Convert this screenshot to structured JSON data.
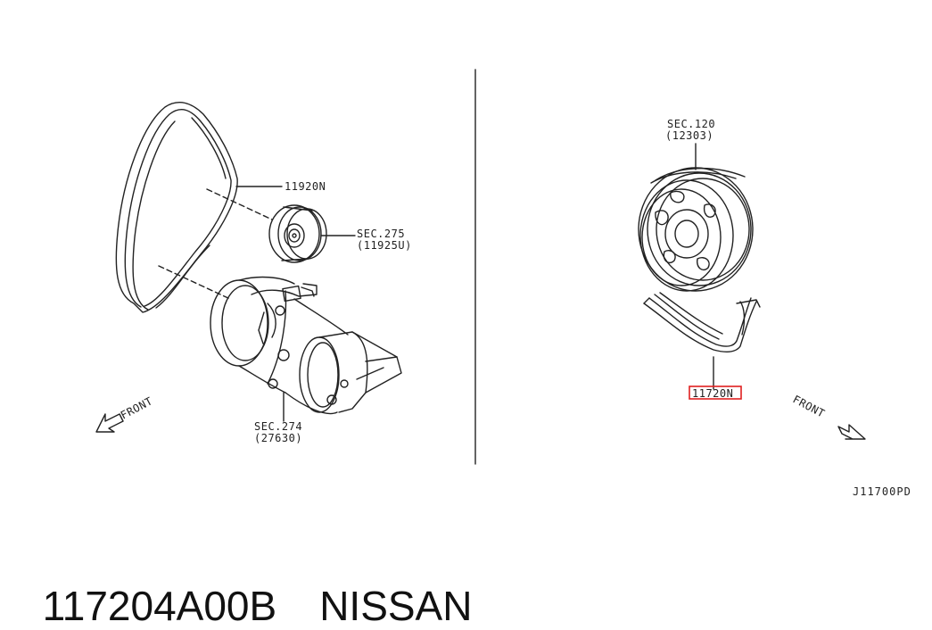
{
  "left_panel": {
    "belt_label": "11920N",
    "idler_label_1": "SEC.275",
    "idler_label_2": "(11925U)",
    "compressor_label_1": "SEC.274",
    "compressor_label_2": "(27630)",
    "front_label": "FRONT"
  },
  "right_panel": {
    "pulley_label_1": "SEC.120",
    "pulley_label_2": "(12303)",
    "belt_label": "11720N",
    "front_label": "FRONT",
    "highlight_color": "#e02020"
  },
  "diagram_code": "J11700PD",
  "caption": {
    "part_number": "117204A00B",
    "brand": "NISSAN"
  }
}
